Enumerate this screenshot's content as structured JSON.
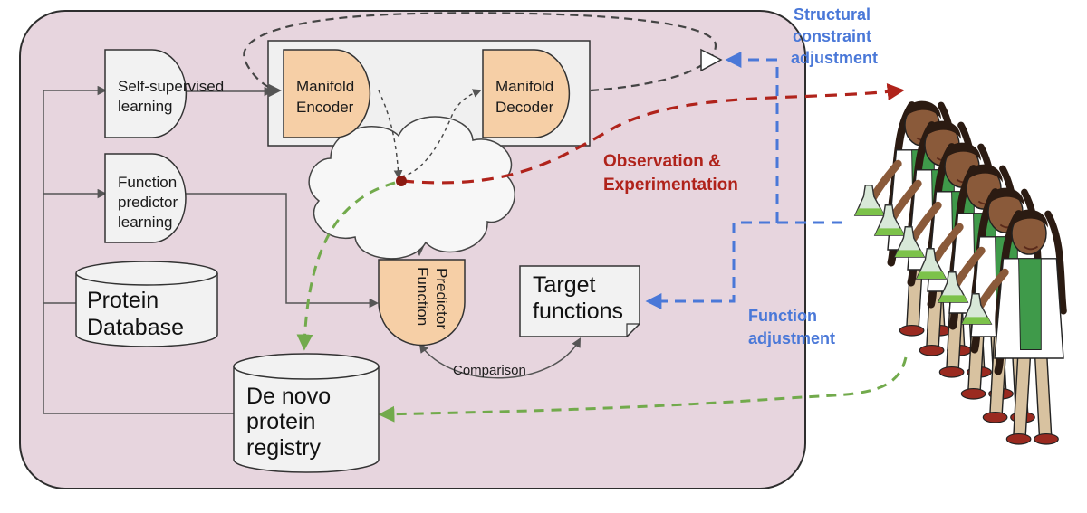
{
  "colors": {
    "panel_fill": "#e7d5de",
    "manifold_fill": "#f0f0f0",
    "orange_fill": "#f6cfa6",
    "box_fill": "#f2f2f2",
    "blue": "#4a78d8",
    "red": "#b0231b",
    "green": "#72aa4c",
    "dark_dashed": "#444444"
  },
  "nodes": {
    "self_supervised": [
      "Self-supervised",
      "learning"
    ],
    "function_predictor_learning": [
      "Function",
      "predictor",
      "learning"
    ],
    "manifold_encoder": [
      "Manifold",
      "Encoder"
    ],
    "manifold_decoder": [
      "Manifold",
      "Decoder"
    ],
    "function_predictor": [
      "Function",
      "Predictor"
    ],
    "protein_database": [
      "Protein",
      "Database"
    ],
    "target_functions": [
      "Target",
      "functions"
    ],
    "de_novo_registry": [
      "De novo",
      "protein",
      "registry"
    ]
  },
  "edge_labels": {
    "comparison": "Comparison",
    "structural_constraint": [
      "Structural",
      "constraint",
      "adjustment"
    ],
    "observation": [
      "Observation &",
      "Experimentation"
    ],
    "function_adjustment": [
      "Function",
      "adjustment"
    ]
  },
  "icons": {
    "latent_cloud": "cloud-icon",
    "scientists": "scientist-icon",
    "flask": "flask-icon",
    "feedback_node": "triangle-icon"
  }
}
